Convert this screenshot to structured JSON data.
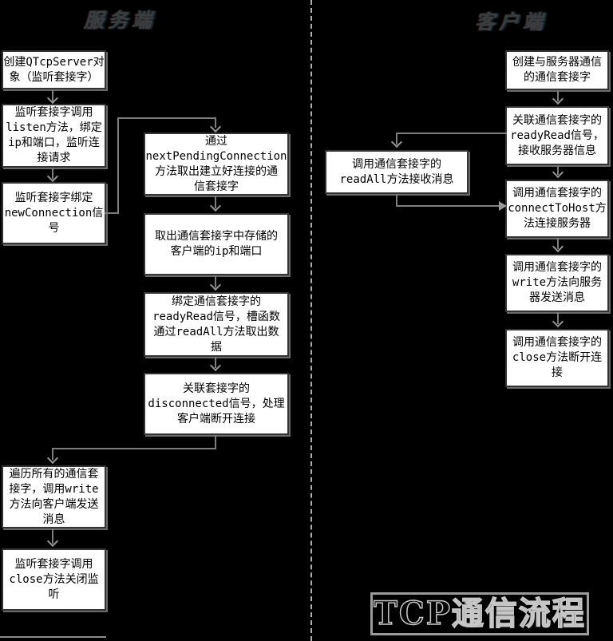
{
  "titles": {
    "server": "服务端",
    "client": "客户端"
  },
  "caption": {
    "label": "TCP通信流程"
  },
  "server_flow": {
    "create": "创建QTcpServer对\n象（监听套接字）",
    "listen": "监听套接字调用\nlisten方法，绑定\nip和端口，监听连\n接请求",
    "new_connection": "监听套接字绑定\nnewConnection信\n号",
    "broadcast": "遍历所有的通信套\n接字，调用write\n方法向客户端发送\n消息",
    "close": "监听套接字调用\nclose方法关闭监\n听"
  },
  "comm_socket_flow": {
    "next_pending": "通过\nnextPendingConnection\n方法取出建立好连接的通\n信套接字",
    "peer_info": "取出通信套接字中存储的\n客户端的ip和端口",
    "ready_read": "绑定通信套接字的\nreadyRead信号，槽函数\n通过readAll方法取出数\n据",
    "disconnected": "关联套接字的\ndisconnected信号，处理\n客户端断开连接"
  },
  "client_flow": {
    "create": "创建与服务器通信\n的通信套接字",
    "ready_read": "关联通信套接字的\nreadyRead信号，\n接收服务器信息",
    "read_all": "调用通信套接字的\nreadAll方法接收消息",
    "connect": "调用通信套接字的\nconnectToHost方\n法连接服务器",
    "write": "调用通信套接字的\nwrite方法向服务\n器发送消息",
    "close": "调用通信套接字的\nclose方法断开连\n接"
  },
  "colors": {
    "background": "#000000",
    "box_fill": "#ffffff",
    "box_border": "#333333",
    "connector_line": "#7d7d7d",
    "divider": "#b0b0b0",
    "title_text": "#3c3c3c",
    "caption_border": "#9b9b9b",
    "caption_stroke": "#c6c6c6"
  }
}
